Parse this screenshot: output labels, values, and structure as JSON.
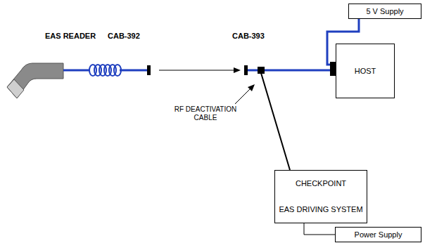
{
  "diagram": {
    "nodes": [
      {
        "text": [
          "5 V Supply"
        ]
      },
      {
        "text": [
          "HOST"
        ]
      },
      {
        "text": [
          "CHECKPOINT",
          "EAS DRIVING SYSTEM"
        ]
      },
      {
        "text": [
          "Power Supply"
        ]
      }
    ],
    "edges": [
      {
        "from": 0,
        "to": 1,
        "arrow": "none"
      },
      {
        "from": 2,
        "to": 1,
        "arrow": "none"
      },
      {
        "from": 3,
        "to": 2,
        "arrow": "none"
      }
    ],
    "labels": [
      "EAS READER",
      "CAB-392",
      "CAB-393",
      "RF DEACTIVATION CABLE"
    ]
  }
}
